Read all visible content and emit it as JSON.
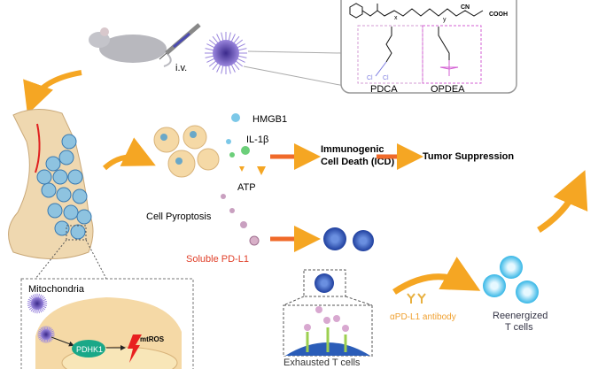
{
  "injection": {
    "route_label": "i.v."
  },
  "polymer": {
    "block1_label": "PDCA",
    "block2_label": "OPDEA",
    "end_group": "COOH",
    "nitrile": "CN",
    "x_sub": "x",
    "y_sub": "y",
    "chlorine": "Cl"
  },
  "pyroptosis": {
    "label": "Cell Pyroptosis",
    "dampers": [
      "HMGB1",
      "IL-1β",
      "ATP"
    ]
  },
  "icd": {
    "line1": "Immunogenic",
    "line2": "Cell Death (ICD)"
  },
  "outcome": {
    "label": "Tumor Suppression"
  },
  "soluble_pdl1": {
    "label": "Soluble PD-L1"
  },
  "exhausted": {
    "label": "Exhausted T cells"
  },
  "antibody": {
    "label": "αPD-L1 antibody"
  },
  "reenergized": {
    "line1": "Reenergized",
    "line2": "T cells"
  },
  "mito": {
    "title": "Mitochondria",
    "enzyme": "PDHK1",
    "ros": "mtROS"
  },
  "colors": {
    "arrow": "#f5a623",
    "nanoparticle": "#7a5bbf",
    "pdca": "#7b7be0",
    "opdea": "#d35fd3",
    "tcell_exhausted": "#1f3f9e",
    "tcell_active": "#35b6e6",
    "soluble_pdl1": "#e0402a",
    "cell": "#f5d9a6"
  }
}
